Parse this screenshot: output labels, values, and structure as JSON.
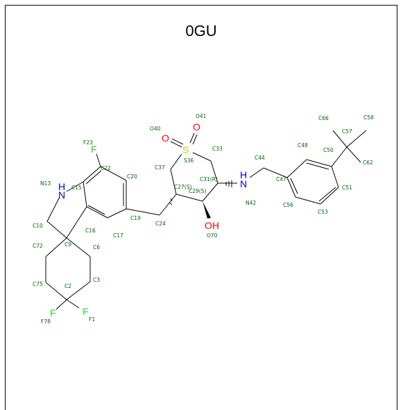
{
  "title": "0GU",
  "colors": {
    "bond": "#000000",
    "carbon_label": "#006400",
    "nitrogen": "#0000cc",
    "oxygen": "#ff0000",
    "fluorine": "#33cc33",
    "sulfur": "#cccc00"
  },
  "atoms": {
    "F23": "F",
    "N13": "N",
    "H13": "H",
    "S36": "S",
    "O40": "O",
    "O41": "O",
    "N42": "N",
    "H42": "H",
    "O70": "OH",
    "F1": "F",
    "F78": "F"
  },
  "labels": {
    "F23": "F23",
    "C22": "C22",
    "C20": "C20",
    "N13": "N13",
    "C15": "C15",
    "C10": "C10",
    "C9": "C9",
    "C16": "C16",
    "C17": "C17",
    "C19": "C19",
    "C72": "C72",
    "C6": "C6",
    "C75": "C75",
    "C2": "C2",
    "C3": "C3",
    "F78": "F78",
    "F1": "F1",
    "C24": "C24",
    "C37": "C37",
    "C27": "C27(S)",
    "S36": "S36",
    "O40": "O40",
    "O41": "O41",
    "C33": "C33",
    "C29": "C29(S)",
    "C31": "C31(R)",
    "O70": "O70",
    "C44": "C44",
    "N42": "N42",
    "C47": "C47",
    "C48": "C48",
    "C50": "C50",
    "C56": "C56",
    "C53": "C53",
    "C51": "C51",
    "C66": "C66",
    "C57": "C57",
    "C58": "C58",
    "C62": "C62"
  }
}
